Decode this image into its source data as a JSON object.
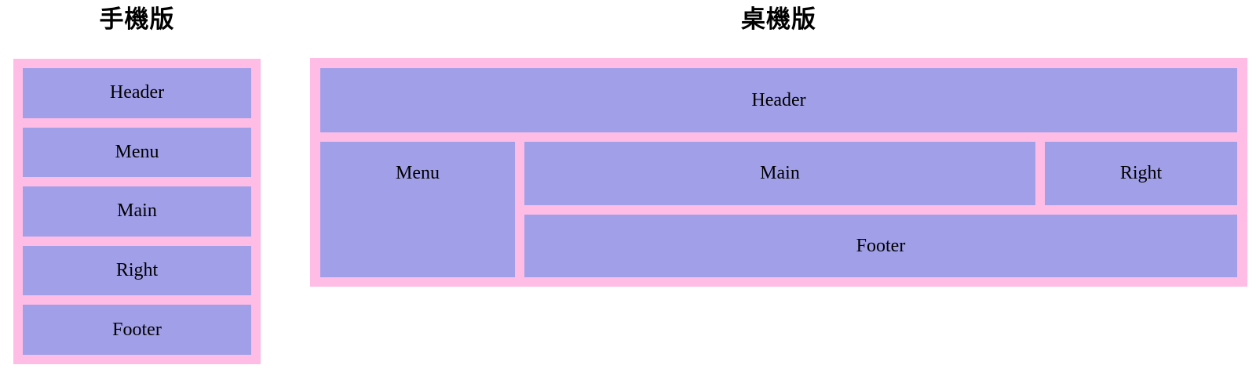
{
  "colors": {
    "container_pink": "#ffbde6",
    "box_purple": "#a19fe8",
    "text_black": "#000000",
    "page_background": "#ffffff"
  },
  "mobile_panel": {
    "title": "手機版",
    "boxes": [
      {
        "label": "Header"
      },
      {
        "label": "Menu"
      },
      {
        "label": "Main"
      },
      {
        "label": "Right"
      },
      {
        "label": "Footer"
      }
    ]
  },
  "desktop_panel": {
    "title": "桌機版",
    "header_label": "Header",
    "menu_label": "Menu",
    "main_label": "Main",
    "right_label": "Right",
    "footer_label": "Footer"
  }
}
